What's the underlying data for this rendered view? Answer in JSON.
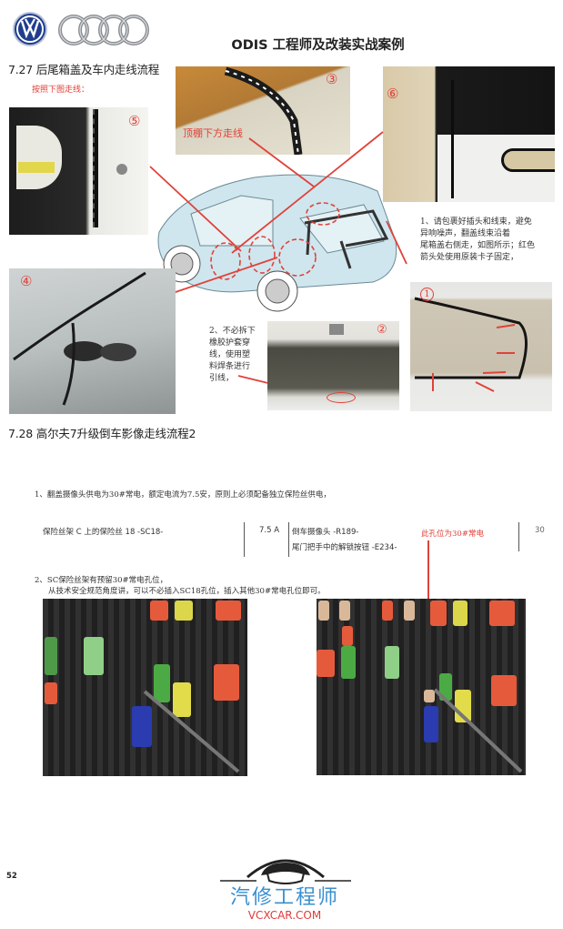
{
  "header": {
    "logos": [
      "vw-logo",
      "audi-rings-logo"
    ],
    "title": "ODIS 工程师及改装实战案例"
  },
  "section_727": {
    "heading": "7.27 后尾箱盖及车内走线流程",
    "instruction": "按照下图走线：",
    "photo_labels": {
      "p1": "①",
      "p2": "②",
      "p3": "③",
      "p4": "④",
      "p5": "⑤",
      "p6": "⑥"
    },
    "callout_headliner": "顶棚下方走线",
    "note1": [
      "1、请包裹好插头和线束，避免",
      "异响噪声，翻盖线束沿着",
      "尾箱盖右侧走，如图所示；红色",
      "箭头处使用原装卡子固定，"
    ],
    "note2": [
      "2、不必拆下",
      "橡胶护套穿",
      "线，使用塑",
      "料焊条进行",
      "引线，"
    ]
  },
  "section_728": {
    "heading": "7.28 高尔夫7升级倒车影像走线流程2",
    "step1": "1、翻盖摄像头供电为30#常电，额定电流为7.5安，原则上必须配备独立保险丝供电，",
    "fuse_table": {
      "fuse": "保险丝架 C 上的保险丝 18 -SC18-",
      "rating": "7.5 A",
      "consumers": [
        "倒车摄像头 -R189-",
        "尾门把手中的解锁按钮 -E234-"
      ],
      "terminal": "30"
    },
    "callout_slot": "此孔位为30#常电",
    "step2": [
      "2、SC保险丝架有预留30#常电孔位，",
      "从技术安全规范角度讲，可以不必插入SC18孔位，插入其他30#常电孔位即可。"
    ]
  },
  "footer": {
    "page_number": "52",
    "brand_cn": "汽修工程师",
    "brand_url": "VCXCAR.COM"
  },
  "colors": {
    "accent_red": "#e0423a",
    "brand_blue": "#3a8fd0",
    "brand_red": "#e03a3a"
  }
}
